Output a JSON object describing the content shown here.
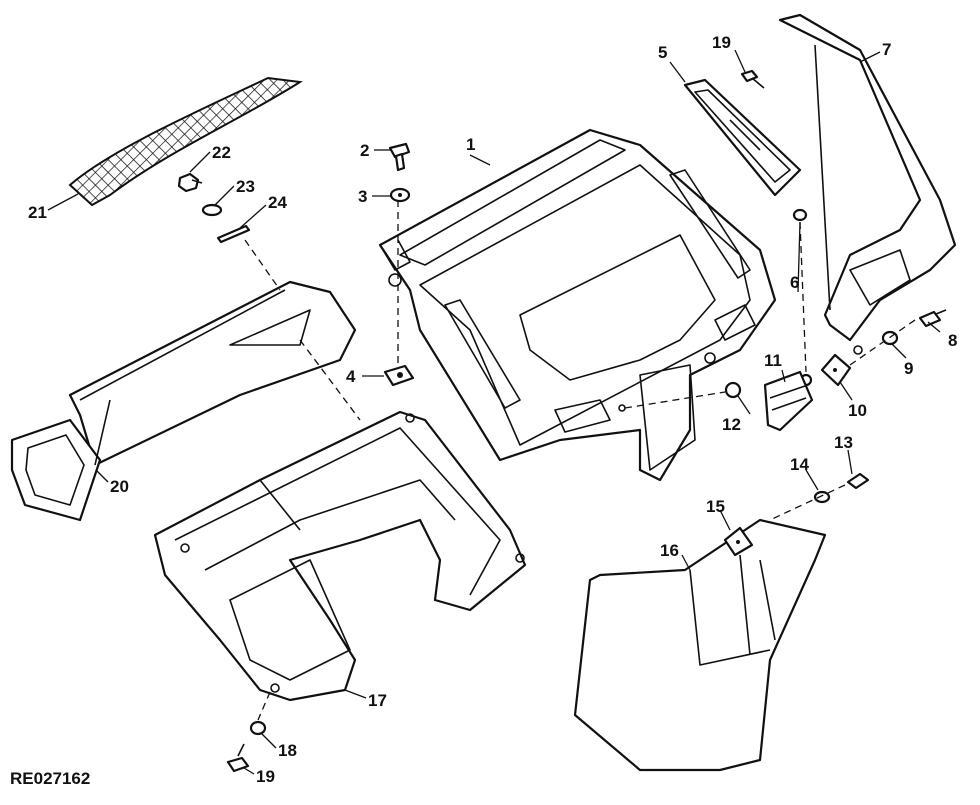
{
  "diagram": {
    "reference_code": "RE027162",
    "callouts": [
      "1",
      "2",
      "3",
      "4",
      "5",
      "6",
      "7",
      "8",
      "9",
      "10",
      "11",
      "12",
      "13",
      "14",
      "15",
      "16",
      "17",
      "18",
      "19",
      "20",
      "21",
      "22",
      "23",
      "24",
      "19"
    ]
  }
}
